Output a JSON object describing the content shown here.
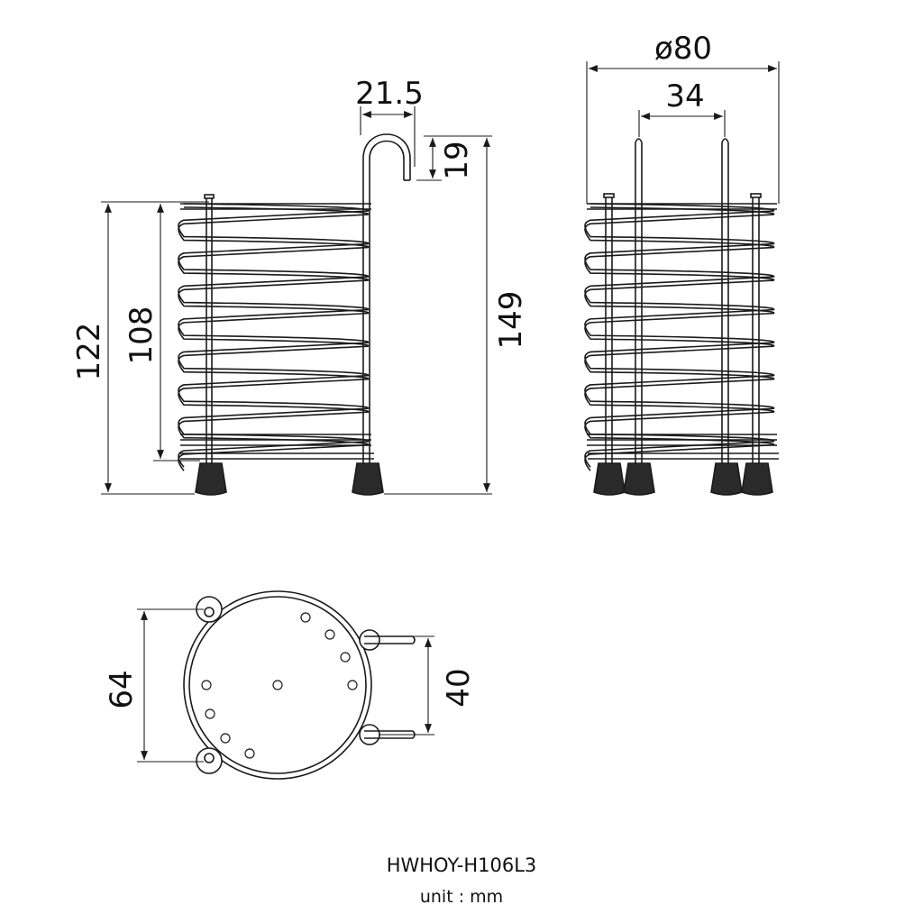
{
  "dimensions": {
    "front_total_height": "149",
    "basket_height_outer": "122",
    "basket_height_inner": "108",
    "hook_width": "21.5",
    "hook_drop": "19",
    "side_diameter": "ø80",
    "side_rod_spacing": "34",
    "top_hole_spacing": "64",
    "top_hook_spacing": "40"
  },
  "model": "HWHOY-H106L3",
  "unit": "unit : mm",
  "colors": {
    "line": "#1a1a1a",
    "foot": "#2a2a2a",
    "background": "#ffffff"
  }
}
